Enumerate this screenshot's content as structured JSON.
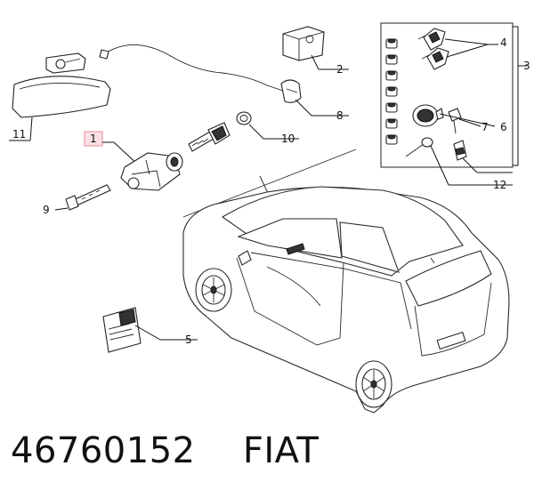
{
  "callouts": {
    "c1": "1",
    "c2": "2",
    "c3": "3",
    "c4": "4",
    "c5": "5",
    "c6": "6",
    "c7": "7",
    "c8": "8",
    "c9": "9",
    "c10": "10",
    "c11": "11",
    "c12": "12"
  },
  "caption": {
    "part_number": "46760152",
    "brand": "FIAT"
  },
  "colors": {
    "highlight_box": "#e88a9a",
    "ink": "#222222"
  }
}
